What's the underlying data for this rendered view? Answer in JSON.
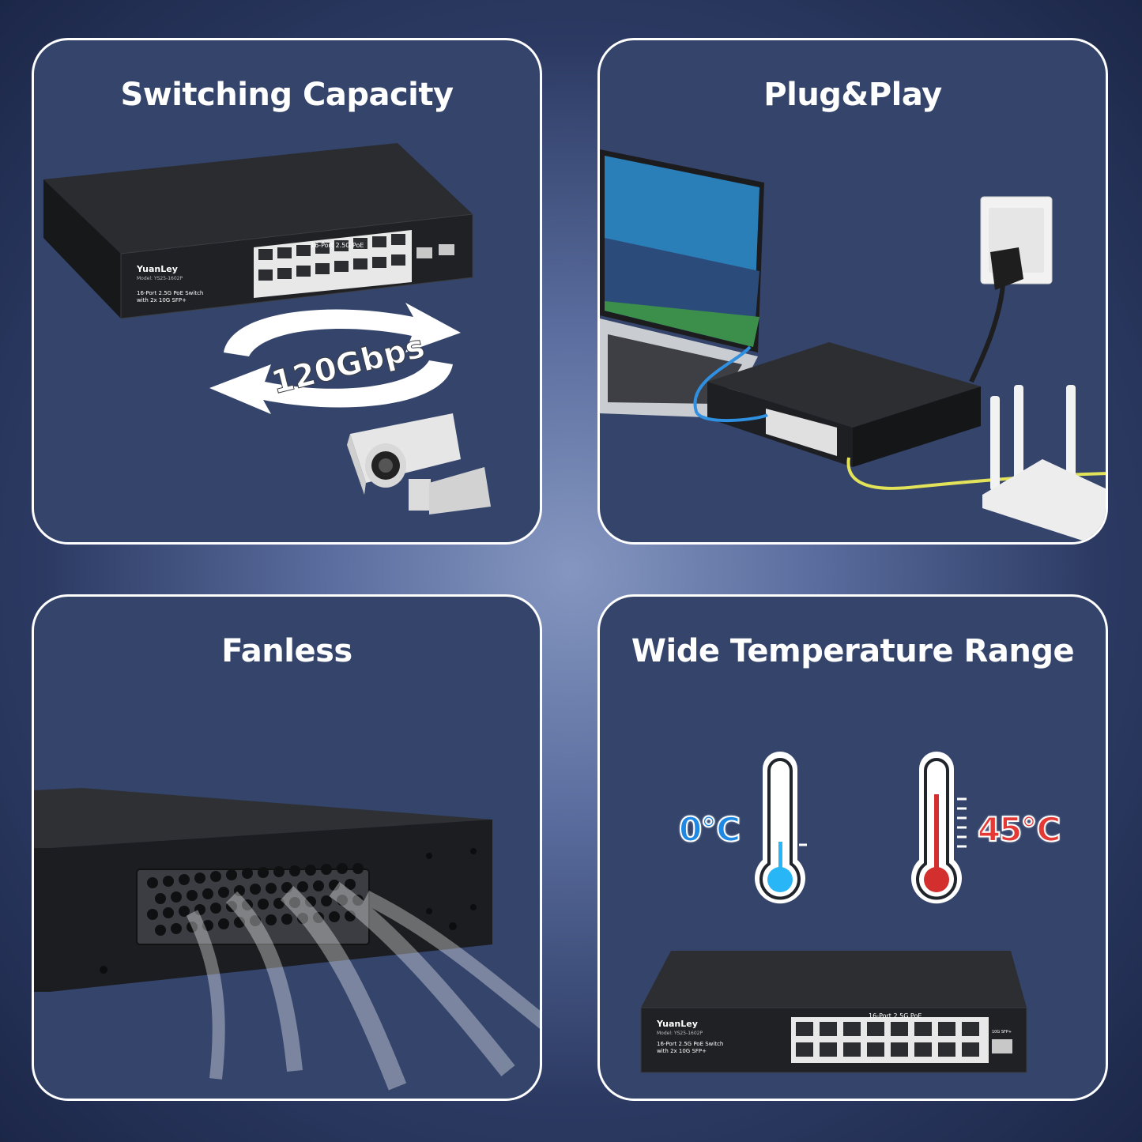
{
  "panels": [
    {
      "title": "Switching Capacity",
      "badge": "120Gbps",
      "switch": {
        "brand": "YuanLey",
        "model": "Model: YS25-1602P",
        "desc_line1": "16-Port 2.5G PoE Switch",
        "desc_line2": "with 2x 10G SFP+",
        "port_header": "16-Port 2.5G PoE"
      }
    },
    {
      "title": "Plug&Play"
    },
    {
      "title": "Fanless"
    },
    {
      "title": "Wide Temperature Range",
      "temp_low": "0℃",
      "temp_high": "45℃",
      "switch": {
        "brand": "YuanLey",
        "model": "Model: YS25-1602P",
        "desc_line1": "16-Port 2.5G PoE Switch",
        "desc_line2": "with 2x 10G SFP+",
        "port_header": "16-Port 2.5G PoE",
        "sfp_label": "10G SFP+"
      }
    }
  ],
  "colors": {
    "panel_bg": "#34446b",
    "switch_body": "#1d1f22",
    "cold": "#1e88e5",
    "hot": "#e53935"
  }
}
